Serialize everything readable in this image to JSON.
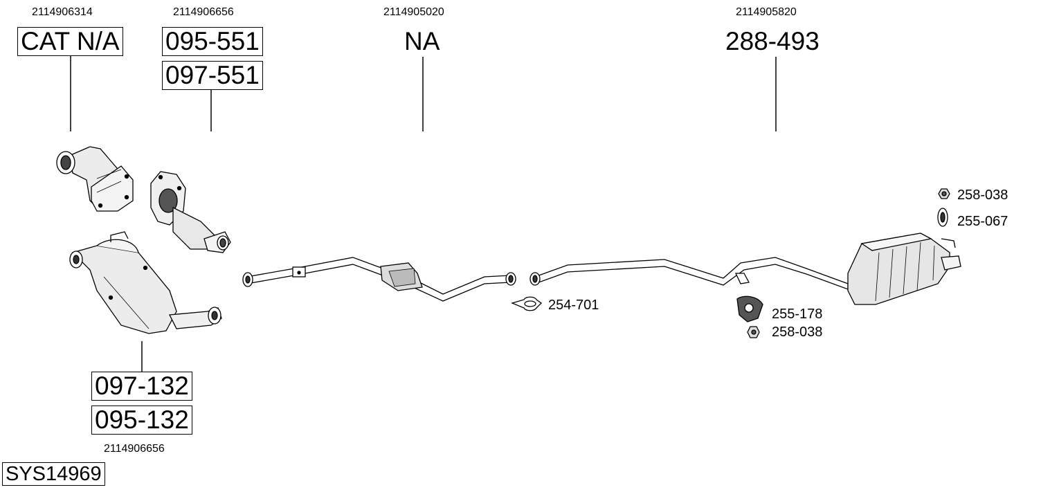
{
  "groups": {
    "cat1": {
      "oem": "2114906314",
      "code": "CAT N/A"
    },
    "dpf1": {
      "oem": "2114906656",
      "codes": [
        "095-551",
        "097-551"
      ]
    },
    "front_pipe": {
      "oem": "2114905020",
      "code": "NA"
    },
    "rear_silencer": {
      "oem": "2114905820",
      "code": "288-493"
    },
    "dpf2": {
      "oem": "2114906656",
      "codes": [
        "097-132",
        "095-132"
      ]
    }
  },
  "hardware": {
    "clamp": "254-701",
    "nut_top": "258-038",
    "rubber_top": "255-067",
    "mount_bottom": "255-178",
    "nut_bottom": "258-038"
  },
  "system_id": "SYS14969"
}
